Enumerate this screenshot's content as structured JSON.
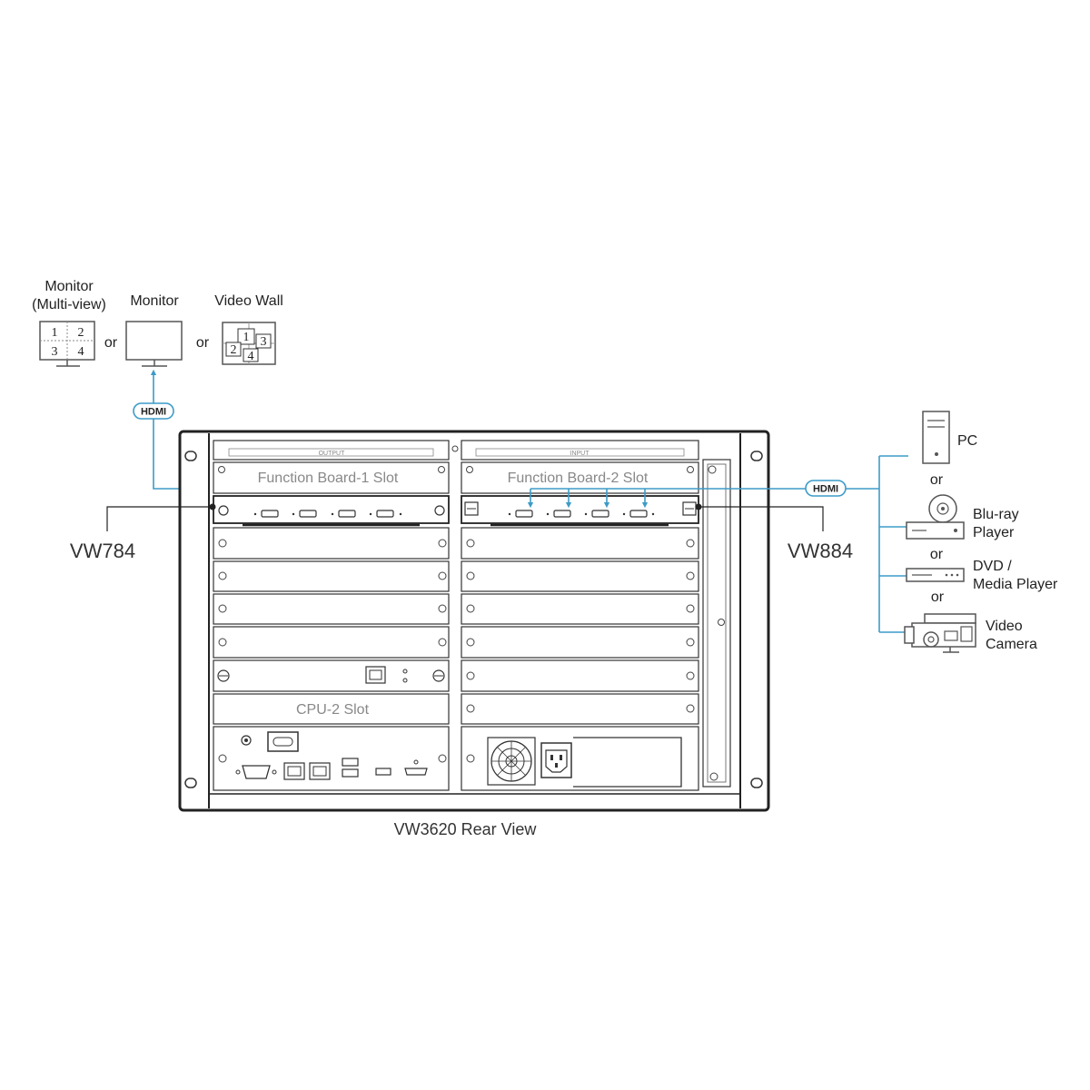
{
  "outputs": {
    "multiview": {
      "label_line1": "Monitor",
      "label_line2": "(Multi-view)",
      "q1": "1",
      "q2": "2",
      "q3": "3",
      "q4": "4"
    },
    "or_1": "or",
    "monitor": {
      "label": "Monitor"
    },
    "or_2": "or",
    "videowall": {
      "label": "Video Wall",
      "n1": "1",
      "n2": "2",
      "n3": "3",
      "n4": "4"
    },
    "hdmi_badge": "HDMI"
  },
  "chassis": {
    "output_label": "OUTPUT",
    "input_label": "INPUT",
    "slot1_label": "Function Board-1 Slot",
    "slot2_label": "Function Board-2 Slot",
    "cpu2_label": "CPU-2 Slot",
    "caption": "VW3620 Rear View"
  },
  "callouts": {
    "left": "VW784",
    "right": "VW884"
  },
  "inputs": {
    "hdmi_badge": "HDMI",
    "pc": "PC",
    "or_1": "or",
    "bluray_line1": "Blu-ray",
    "bluray_line2": "Player",
    "or_2": "or",
    "dvd_line1": "DVD /",
    "dvd_line2": "Media Player",
    "or_3": "or",
    "camera_line1": "Video",
    "camera_line2": "Camera"
  },
  "colors": {
    "cable": "#3d9bc8",
    "outline": "#222222",
    "label_gray": "#888888"
  }
}
